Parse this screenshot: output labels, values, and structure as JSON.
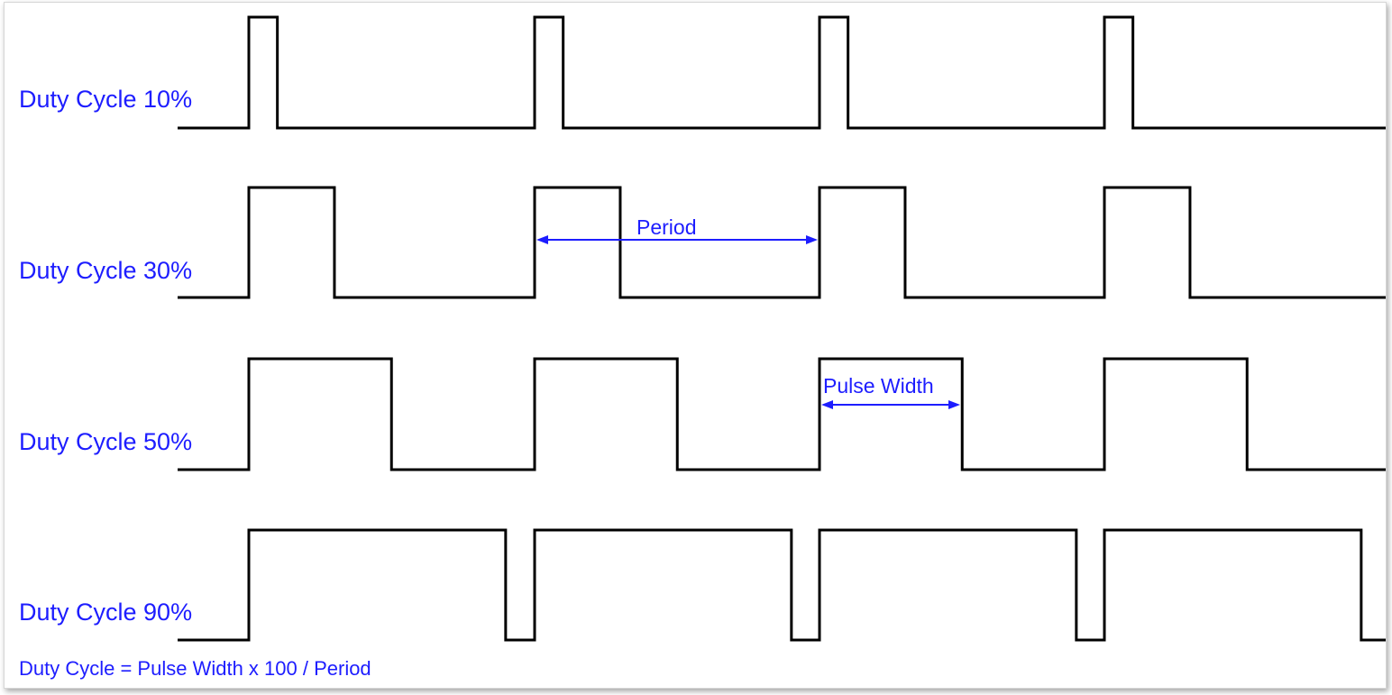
{
  "waveforms": [
    {
      "label": "Duty Cycle 10%",
      "duty": 0.1
    },
    {
      "label": "Duty Cycle 30%",
      "duty": 0.3
    },
    {
      "label": "Duty Cycle 50%",
      "duty": 0.5
    },
    {
      "label": "Duty Cycle 90%",
      "duty": 0.9
    }
  ],
  "annotations": {
    "period": "Period",
    "pulse_width": "Pulse Width"
  },
  "formula": "Duty Cycle = Pulse Width x 100 / Period",
  "colors": {
    "signal": "#000000",
    "text": "#1d1dff",
    "arrow": "#1d1dff",
    "background": "#ffffff"
  }
}
